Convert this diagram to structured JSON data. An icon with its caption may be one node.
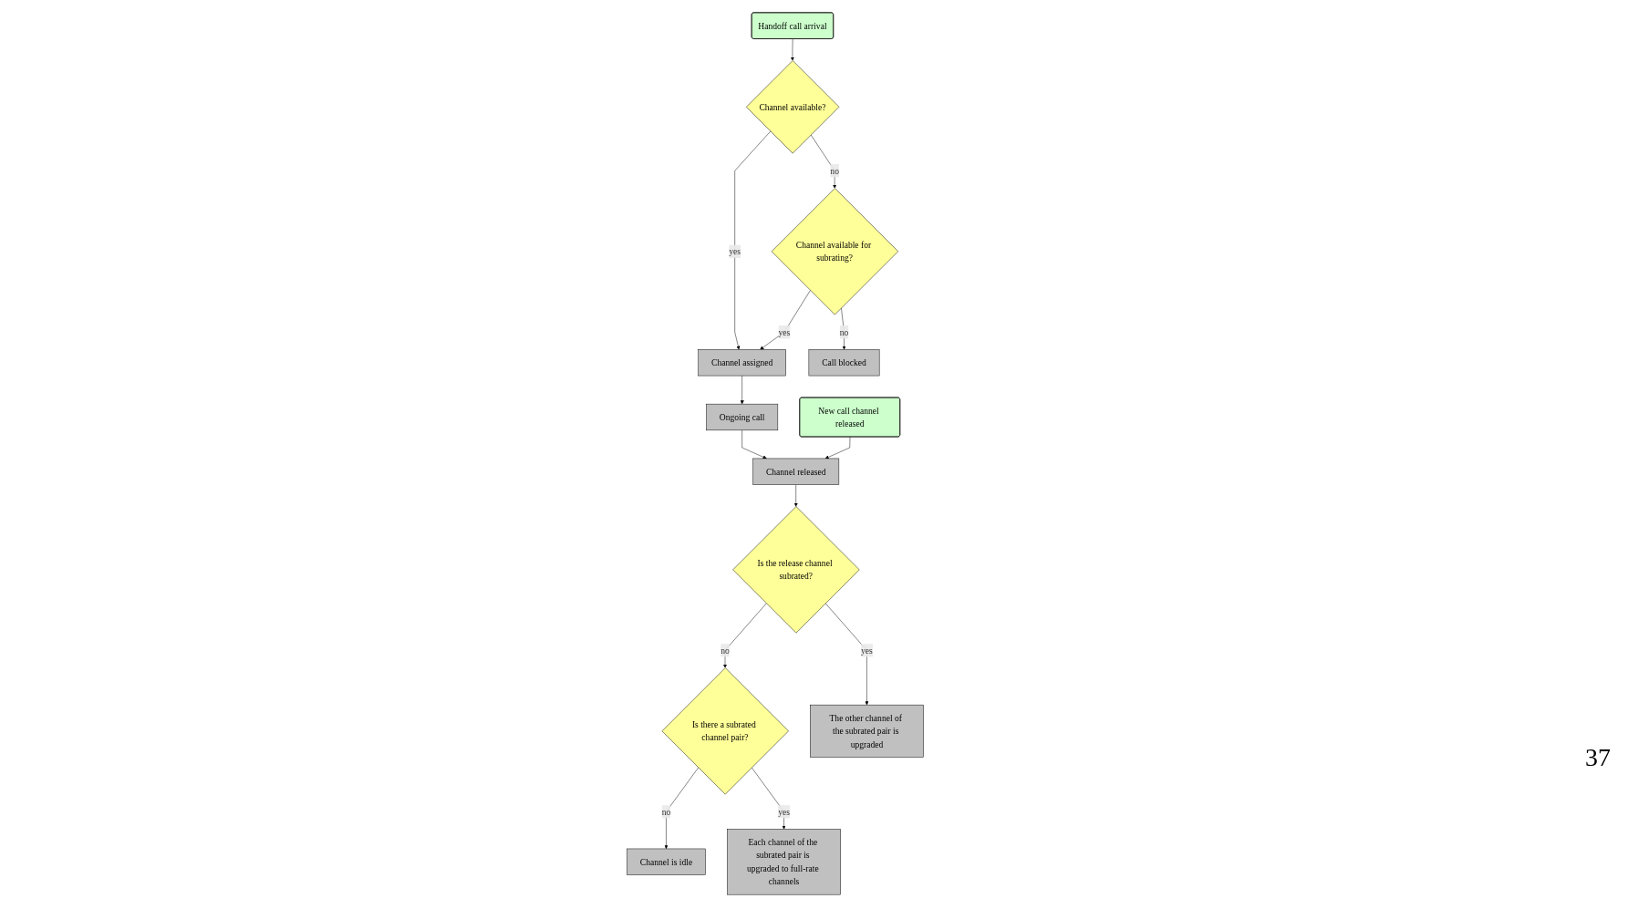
{
  "diagram": {
    "nodes": [
      {
        "text": [
          "Handoff call arrival"
        ]
      },
      {
        "text": [
          "Channel available?"
        ]
      },
      {
        "text": [
          "Channel assigned"
        ]
      },
      {
        "text": [
          "Ongoing call"
        ]
      },
      {
        "text": [
          "New call channel released"
        ]
      },
      {
        "text": [
          "Channel available for subrating?"
        ]
      },
      {
        "text": [
          "Channel released"
        ]
      },
      {
        "text": [
          "Is there a subrated channel pair?"
        ]
      },
      {
        "text": [
          "Is the release channel subrated?"
        ]
      },
      {
        "text": [
          "Call blocked"
        ]
      },
      {
        "text": [
          "Channel is idle"
        ]
      },
      {
        "text": [
          "Each channel of the subrated pair is upgraded to full-rate channels"
        ]
      },
      {
        "text": [
          "The other channel of the subrated pair is upgraded"
        ]
      }
    ],
    "edges": [
      {
        "from": 0,
        "to": 1,
        "arrow": "to"
      },
      {
        "from": 1,
        "to": 2,
        "arrow": "to",
        "label": "yes"
      },
      {
        "from": 1,
        "to": 5,
        "arrow": "to",
        "label": "no"
      },
      {
        "from": 5,
        "to": 2,
        "arrow": "to",
        "label": "yes"
      },
      {
        "from": 5,
        "to": 9,
        "arrow": "to",
        "label": "no"
      },
      {
        "from": 2,
        "to": 3,
        "arrow": "to"
      },
      {
        "from": 3,
        "to": 6,
        "arrow": "to"
      },
      {
        "from": 4,
        "to": 6,
        "arrow": "to"
      },
      {
        "from": 6,
        "to": 8,
        "arrow": "to"
      },
      {
        "from": 8,
        "to": 7,
        "arrow": "to",
        "label": "no"
      },
      {
        "from": 8,
        "to": 12,
        "arrow": "to",
        "label": "yes"
      },
      {
        "from": 7,
        "to": 10,
        "arrow": "to",
        "label": "no"
      },
      {
        "from": 7,
        "to": 11,
        "arrow": "to",
        "label": "yes"
      }
    ],
    "labels": [
      "37"
    ]
  }
}
